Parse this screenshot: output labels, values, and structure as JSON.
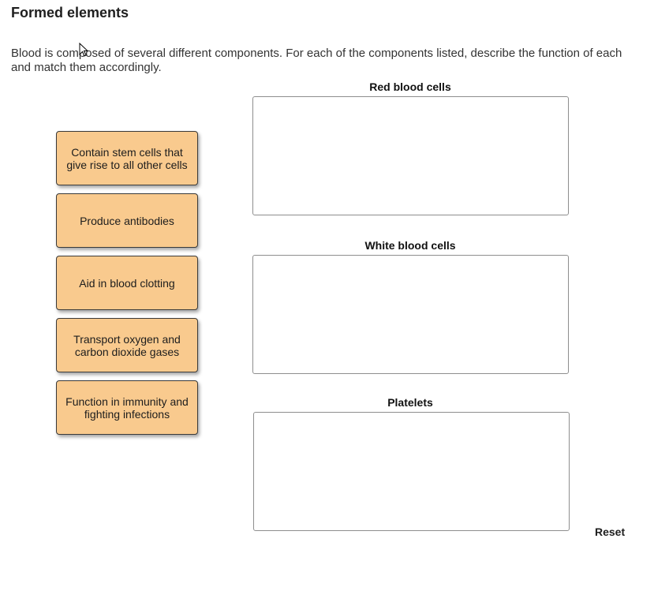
{
  "page": {
    "title": "Formed elements",
    "instructions": "Blood is composed of several different components. For each of the components listed, describe the function of each and match them accordingly."
  },
  "cards": [
    {
      "label": "Contain stem cells that give rise to all other cells"
    },
    {
      "label": "Produce antibodies"
    },
    {
      "label": "Aid in blood clotting"
    },
    {
      "label": "Transport oxygen and carbon dioxide gases"
    },
    {
      "label": "Function in immunity and fighting infections"
    }
  ],
  "zones": [
    {
      "label": "Red blood cells"
    },
    {
      "label": "White blood cells"
    },
    {
      "label": "Platelets"
    }
  ],
  "controls": {
    "reset_label": "Reset"
  },
  "colors": {
    "card_fill": "#f9ca8e",
    "card_border": "#3a3a3a",
    "zone_border": "#8e8e8e"
  }
}
